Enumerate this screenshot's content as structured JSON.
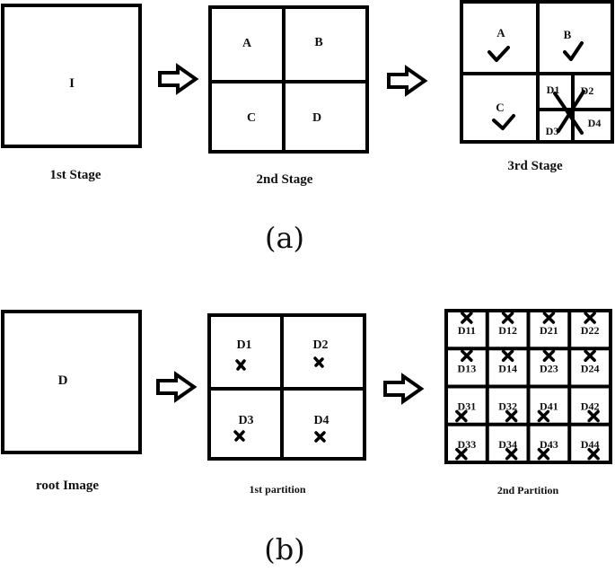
{
  "panel_a": {
    "caption": "(a)",
    "stage1": {
      "label": "1st Stage",
      "region": "I"
    },
    "stage2": {
      "label": "2nd Stage",
      "regions": [
        "A",
        "B",
        "C",
        "D"
      ]
    },
    "stage3": {
      "label": "3rd Stage",
      "regions": [
        "A",
        "B",
        "C"
      ],
      "subregions": [
        "D1",
        "D2",
        "D3",
        "D4"
      ]
    }
  },
  "panel_b": {
    "caption": "(b)",
    "root": {
      "label": "root Image",
      "region": "D"
    },
    "partition1": {
      "label": "1st partition",
      "regions": [
        "D1",
        "D2",
        "D3",
        "D4"
      ]
    },
    "partition2": {
      "label": "2nd Partition",
      "regions": [
        "D11",
        "D12",
        "D21",
        "D22",
        "D13",
        "D14",
        "D23",
        "D24",
        "D31",
        "D32",
        "D41",
        "D42",
        "D33",
        "D34",
        "D43",
        "D44"
      ]
    }
  }
}
